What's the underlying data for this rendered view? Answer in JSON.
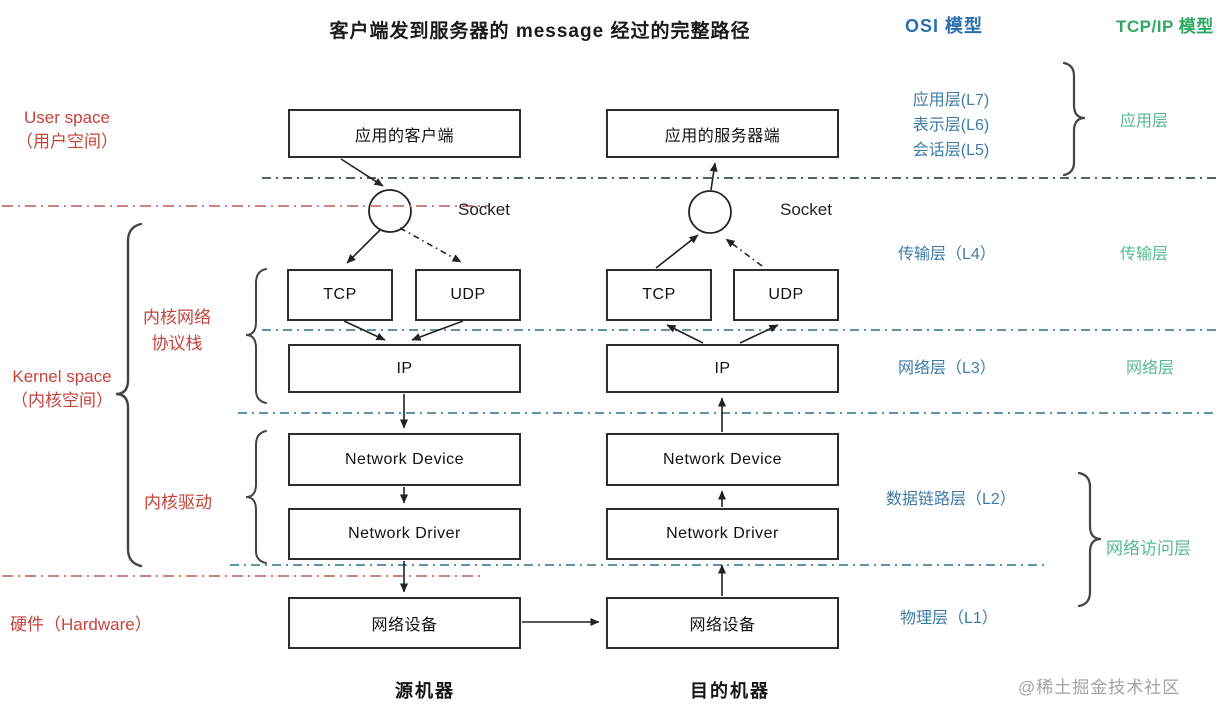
{
  "title": "客户端发到服务器的 message 经过的完整路径",
  "headers": {
    "osi": "OSI 模型",
    "tcpip": "TCP/IP 模型"
  },
  "left_labels": {
    "user_space": "User space",
    "user_space_cn": "（用户空间）",
    "kernel_space": "Kernel space",
    "kernel_space_cn": "（内核空间）",
    "kernel_stack_line1": "内核网络",
    "kernel_stack_line2": "协议栈",
    "kernel_driver": "内核驱动",
    "hardware": "硬件（Hardware）"
  },
  "nodes": {
    "client": "应用的客户端",
    "server": "应用的服务器端",
    "tcp": "TCP",
    "udp": "UDP",
    "ip": "IP",
    "network_device": "Network Device",
    "network_driver": "Network Driver",
    "net_equipment": "网络设备",
    "socket": "Socket"
  },
  "osi_layers": {
    "l7": "应用层(L7)",
    "l6": "表示层(L6)",
    "l5": "会话层(L5)",
    "l4": "传输层（L4）",
    "l3": "网络层（L3）",
    "l2": "数据链路层（L2）",
    "l1": "物理层（L1）"
  },
  "tcpip_layers": {
    "application": "应用层",
    "transport": "传输层",
    "network": "网络层",
    "access": "网络访问层"
  },
  "footers": {
    "source": "源机器",
    "destination": "目的机器",
    "watermark": "@稀土掘金技术社区"
  },
  "colors": {
    "red_label": "#c4443c",
    "blue_label": "#3e7ca6",
    "blue_title": "#2d6fad",
    "green_label": "#57b98e",
    "green_title": "#2fa863",
    "teal_line": "#5f93a5",
    "red_line": "#cf8080",
    "gray_line": "#55616d",
    "box_border": "#2d2d2d"
  }
}
